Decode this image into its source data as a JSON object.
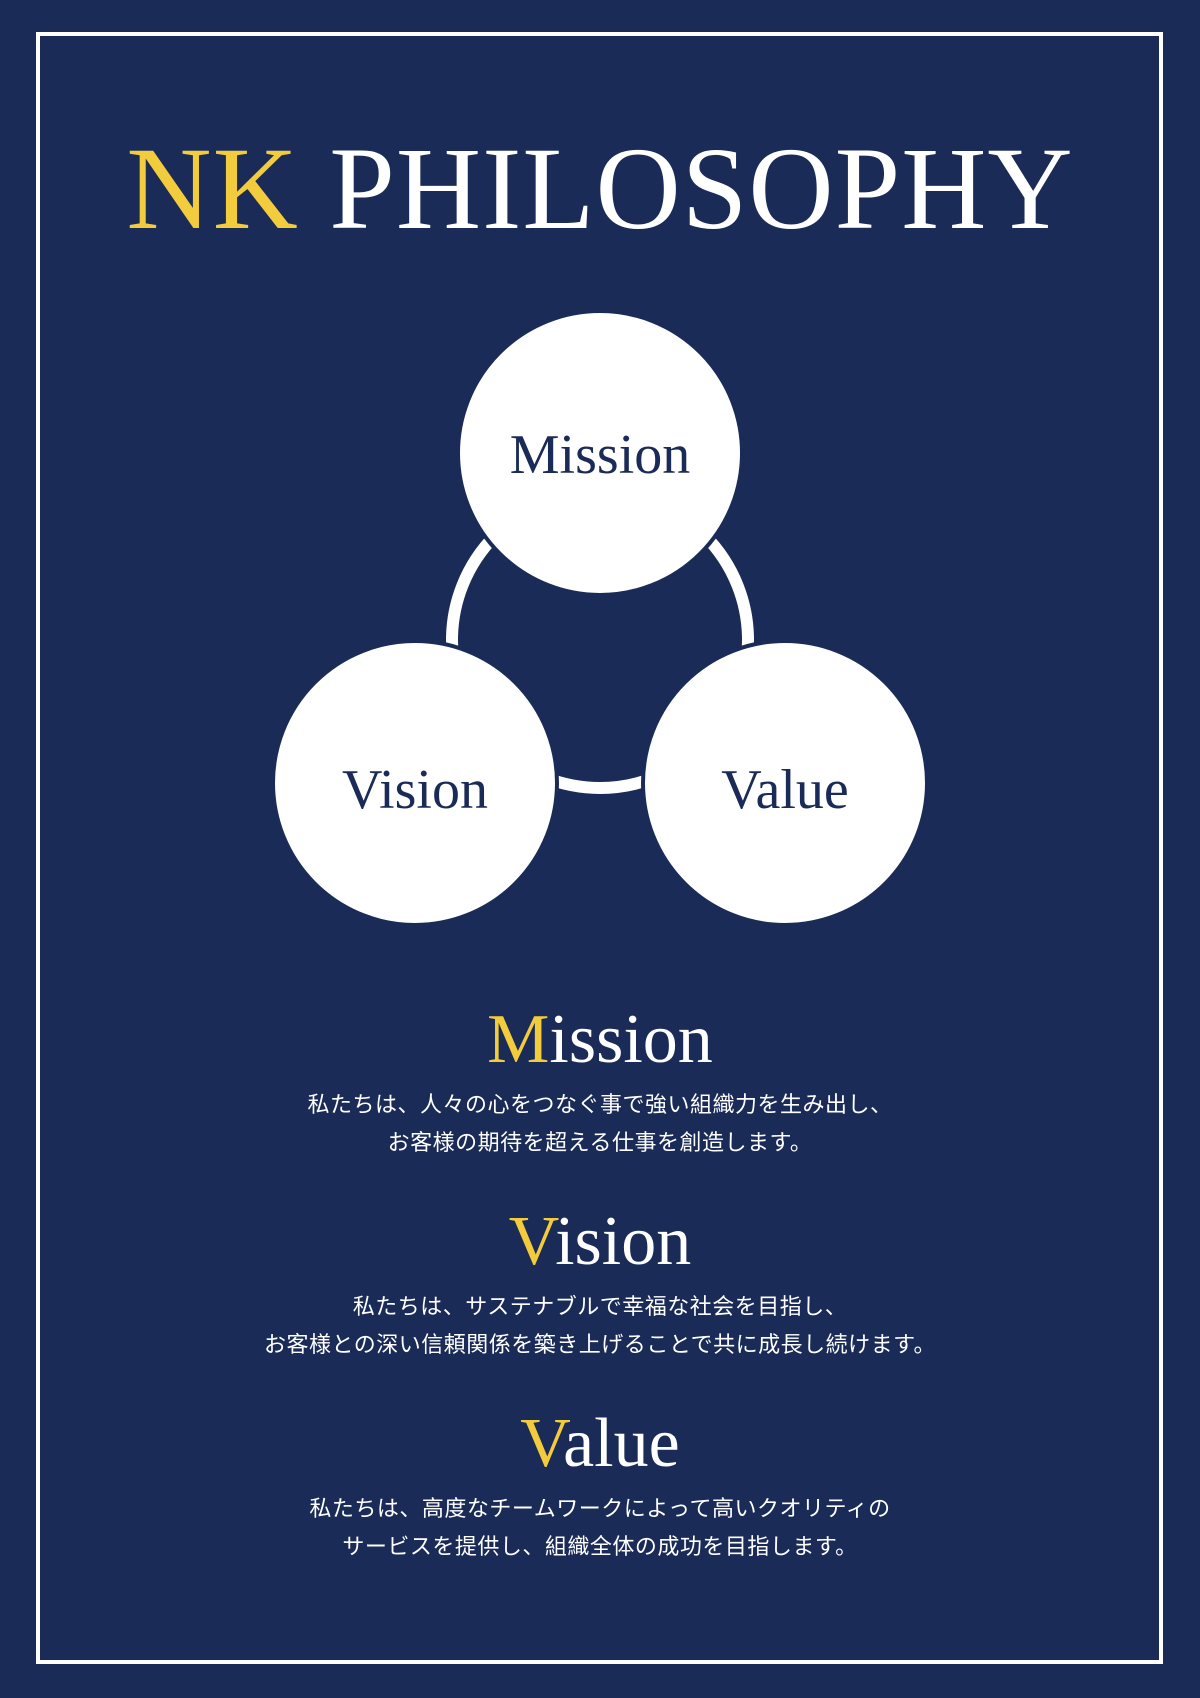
{
  "title": {
    "prefix": "NK",
    "main": "PHILOSOPHY"
  },
  "diagram": {
    "circles": [
      {
        "id": "mission",
        "label": "Mission"
      },
      {
        "id": "vision",
        "label": "Vision"
      },
      {
        "id": "value",
        "label": "Value"
      }
    ]
  },
  "sections": [
    {
      "initial": "M",
      "rest": "ission",
      "lines": [
        "私たちは、人々の心をつなぐ事で強い組織力を生み出し、",
        "お客様の期待を超える仕事を創造します。"
      ]
    },
    {
      "initial": "V",
      "rest": "ision",
      "lines": [
        "私たちは、サステナブルで幸福な社会を目指し、",
        "お客様との深い信頼関係を築き上げることで共に成長し続けます。"
      ]
    },
    {
      "initial": "V",
      "rest": "alue",
      "lines": [
        "私たちは、高度なチームワークによって高いクオリティの",
        "サービスを提供し、組織全体の成功を目指します。"
      ]
    }
  ],
  "colors": {
    "background": "#1a2b57",
    "accent": "#f2cc3c",
    "white": "#ffffff"
  }
}
